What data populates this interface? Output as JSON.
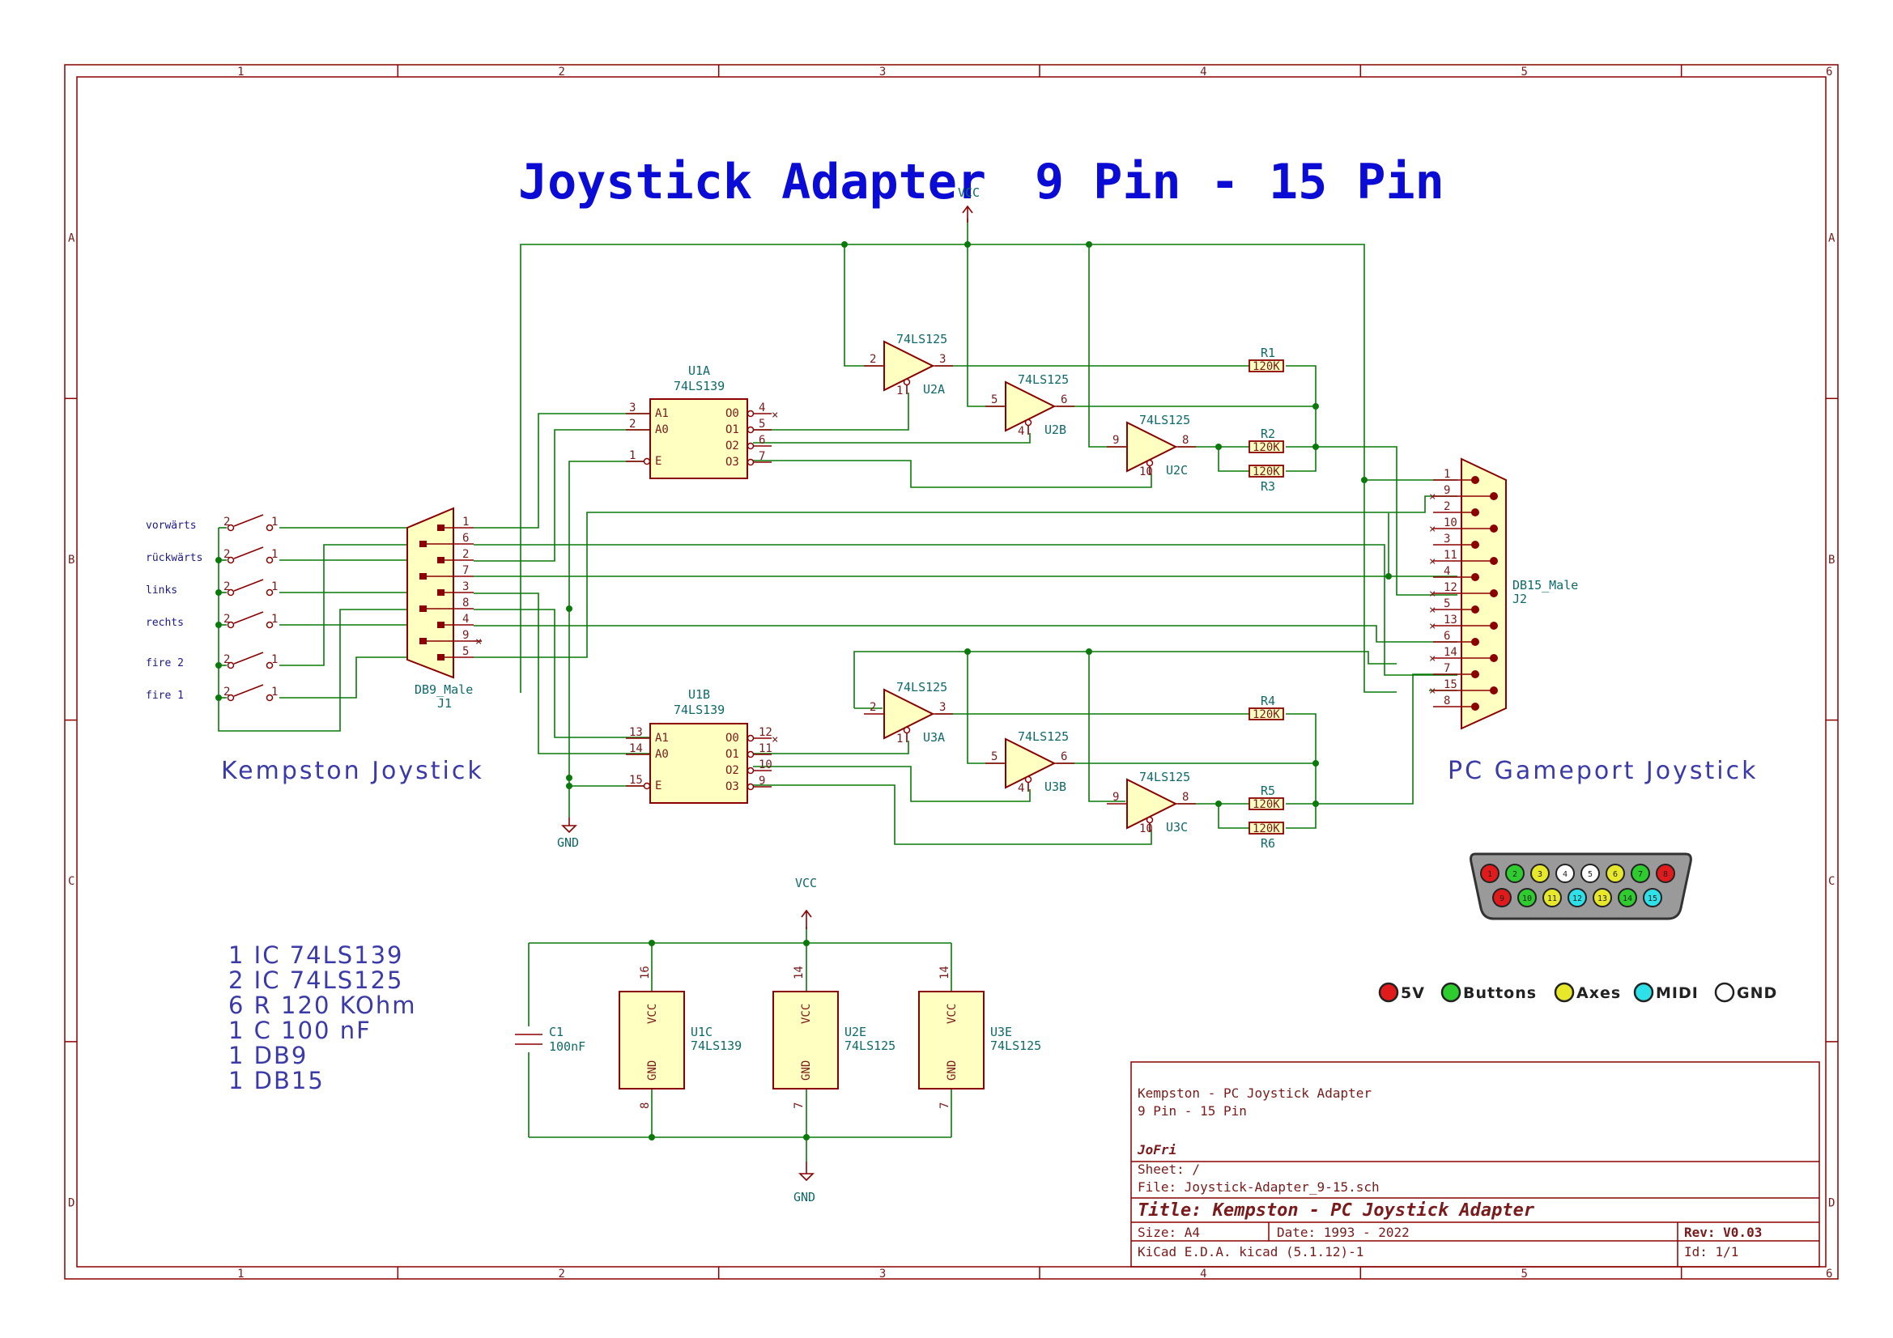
{
  "title": {
    "left": "Joystick Adapter",
    "right": "9 Pin - 15 Pin"
  },
  "left_caption": "Kempston Joystick",
  "right_caption": "PC Gameport Joystick",
  "switches": [
    "vorwärts",
    "rückwärts",
    "links",
    "rechts",
    "fire 2",
    "fire 1"
  ],
  "power": {
    "vcc": "VCC",
    "gnd": "GND"
  },
  "connectors": {
    "j1": {
      "ref": "J1",
      "value": "DB9_Male",
      "pins": [
        "1",
        "6",
        "2",
        "7",
        "3",
        "8",
        "4",
        "9",
        "5"
      ]
    },
    "j2": {
      "ref": "J2",
      "value": "DB15_Male",
      "pins": [
        "1",
        "9",
        "2",
        "10",
        "3",
        "11",
        "4",
        "12",
        "5",
        "13",
        "6",
        "14",
        "7",
        "15",
        "8"
      ]
    }
  },
  "parts": {
    "u1a": {
      "ref": "U1A",
      "value": "74LS139",
      "in": [
        "A1",
        "A0",
        "E"
      ],
      "out": [
        "O0",
        "O1",
        "O2",
        "O3"
      ]
    },
    "u1b": {
      "ref": "U1B",
      "value": "74LS139"
    },
    "u2a": {
      "ref": "U2A",
      "value": "74LS125"
    },
    "u2b": {
      "ref": "U2B",
      "value": "74LS125"
    },
    "u2c": {
      "ref": "U2C",
      "value": "74LS125"
    },
    "u3a": {
      "ref": "U3A",
      "value": "74LS125"
    },
    "u3b": {
      "ref": "U3B",
      "value": "74LS125"
    },
    "u3c": {
      "ref": "U3C",
      "value": "74LS125"
    },
    "u1c": {
      "ref": "U1C",
      "value": "74LS139"
    },
    "u2e": {
      "ref": "U2E",
      "value": "74LS125"
    },
    "u3e": {
      "ref": "U3E",
      "value": "74LS125"
    },
    "c1": {
      "ref": "C1",
      "value": "100nF"
    },
    "resistors": [
      {
        "ref": "R1",
        "value": "120K"
      },
      {
        "ref": "R2",
        "value": "120K"
      },
      {
        "ref": "R3",
        "value": "120K"
      },
      {
        "ref": "R4",
        "value": "120K"
      },
      {
        "ref": "R5",
        "value": "120K"
      },
      {
        "ref": "R6",
        "value": "120K"
      }
    ]
  },
  "bom": [
    "1 IC 74LS139",
    "2 IC 74LS125",
    "6 R 120 KOhm",
    "1 C 100 nF",
    "1 DB9",
    "1 DB15"
  ],
  "gameport_pins": {
    "top": [
      {
        "n": "1",
        "color": "#e11b1b"
      },
      {
        "n": "2",
        "color": "#2ecc2e"
      },
      {
        "n": "3",
        "color": "#e8e82a"
      },
      {
        "n": "4",
        "color": "#ffffff"
      },
      {
        "n": "5",
        "color": "#ffffff"
      },
      {
        "n": "6",
        "color": "#e8e82a"
      },
      {
        "n": "7",
        "color": "#2ecc2e"
      },
      {
        "n": "8",
        "color": "#e11b1b"
      }
    ],
    "bottom": [
      {
        "n": "9",
        "color": "#e11b1b"
      },
      {
        "n": "10",
        "color": "#2ecc2e"
      },
      {
        "n": "11",
        "color": "#e8e82a"
      },
      {
        "n": "12",
        "color": "#2ee0e8"
      },
      {
        "n": "13",
        "color": "#e8e82a"
      },
      {
        "n": "14",
        "color": "#2ecc2e"
      },
      {
        "n": "15",
        "color": "#2ee0e8"
      }
    ]
  },
  "legend": [
    {
      "label": "5V",
      "color": "#e11b1b"
    },
    {
      "label": "Buttons",
      "color": "#2ecc2e"
    },
    {
      "label": "Axes",
      "color": "#e8e82a"
    },
    {
      "label": "MIDI",
      "color": "#2ee0e8"
    },
    {
      "label": "GND",
      "color": "#ffffff"
    }
  ],
  "title_block": {
    "comment1": "Kempston - PC Joystick Adapter",
    "comment2": "9 Pin - 15 Pin",
    "company": "JoFri",
    "sheet": "Sheet: /",
    "file": "File: Joystick-Adapter_9-15.sch",
    "title": "Title: Kempston - PC Joystick Adapter",
    "size": "Size: A4",
    "date": "Date: 1993 - 2022",
    "rev": "Rev: V0.03",
    "kicad": "KiCad E.D.A.  kicad (5.1.12)-1",
    "id": "Id: 1/1"
  },
  "frame": {
    "cols": [
      "1",
      "2",
      "3",
      "4",
      "5",
      "6"
    ],
    "rows": [
      "A",
      "B",
      "C",
      "D"
    ]
  }
}
